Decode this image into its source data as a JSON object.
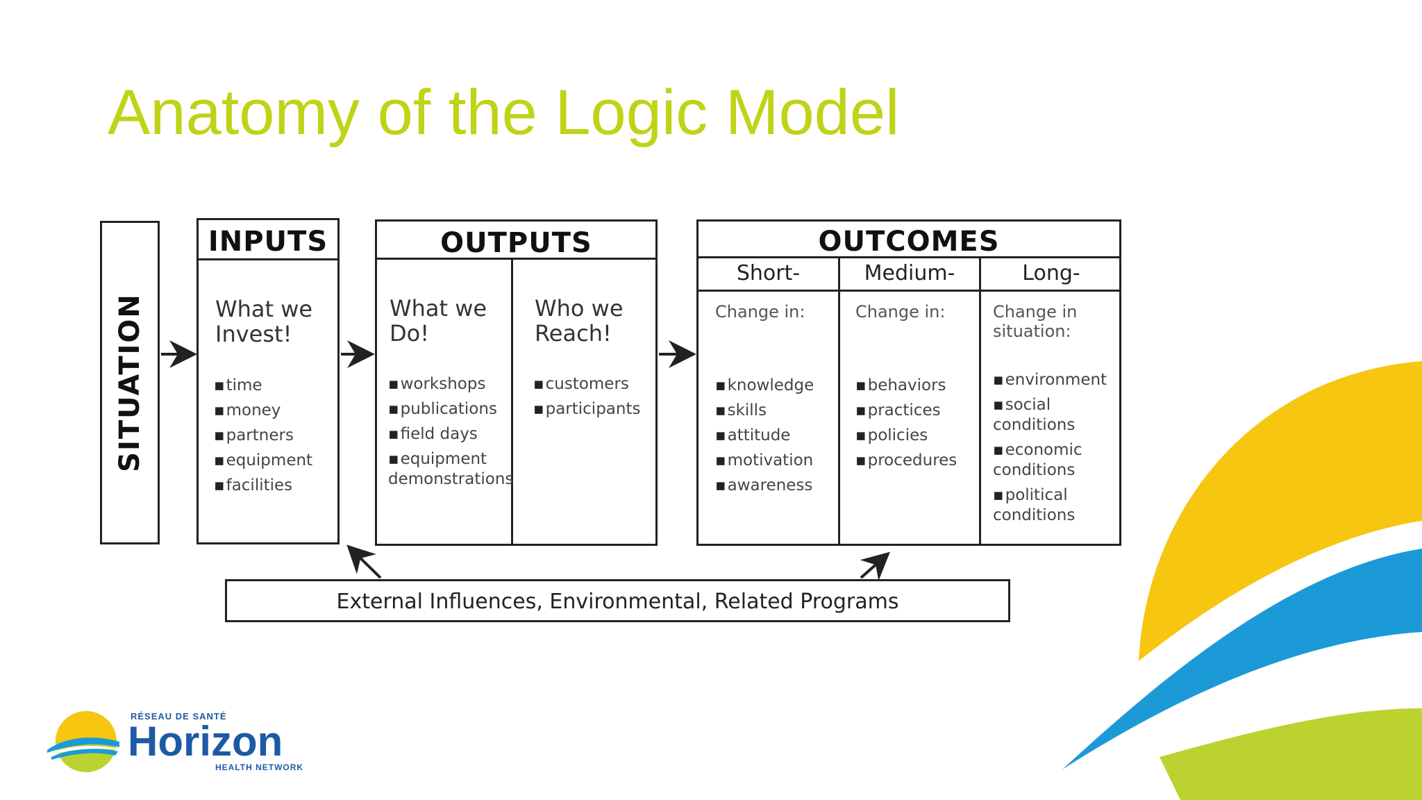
{
  "title": "Anatomy of the Logic Model",
  "situation_label": "SITUATION",
  "inputs": {
    "header": "INPUTS",
    "lead": "What we\nInvest!",
    "items": [
      "time",
      "money",
      "partners",
      "equipment",
      "facilities"
    ]
  },
  "outputs": {
    "header": "OUTPUTS",
    "col1": {
      "lead": "What we\nDo!",
      "items": [
        "workshops",
        "publications",
        "field days",
        "equipment\ndemonstrations"
      ]
    },
    "col2": {
      "lead": "Who we\nReach!",
      "items": [
        "customers",
        "participants"
      ]
    }
  },
  "outcomes": {
    "header": "OUTCOMES",
    "short": {
      "label": "Short-",
      "lead": "Change in:",
      "items": [
        "knowledge",
        "skills",
        "attitude",
        "motivation",
        "awareness"
      ]
    },
    "medium": {
      "label": "Medium-",
      "lead": "Change in:",
      "items": [
        "behaviors",
        "practices",
        "policies",
        "procedures"
      ]
    },
    "long": {
      "label": "Long-",
      "lead": "Change in\nsituation:",
      "items": [
        "environment",
        "social\nconditions",
        "economic\nconditions",
        "political\nconditions"
      ]
    }
  },
  "external": "External Influences, Environmental, Related Programs",
  "logo": {
    "top_text": "RÉSEAU DE SANTÉ",
    "name": "Horizon",
    "bottom_text": "HEALTH NETWORK"
  },
  "colors": {
    "title": "#bfd317",
    "yellow": "#f6c611",
    "blue": "#1b9ad7",
    "green": "#bcd230",
    "navy": "#1d5aa6"
  }
}
